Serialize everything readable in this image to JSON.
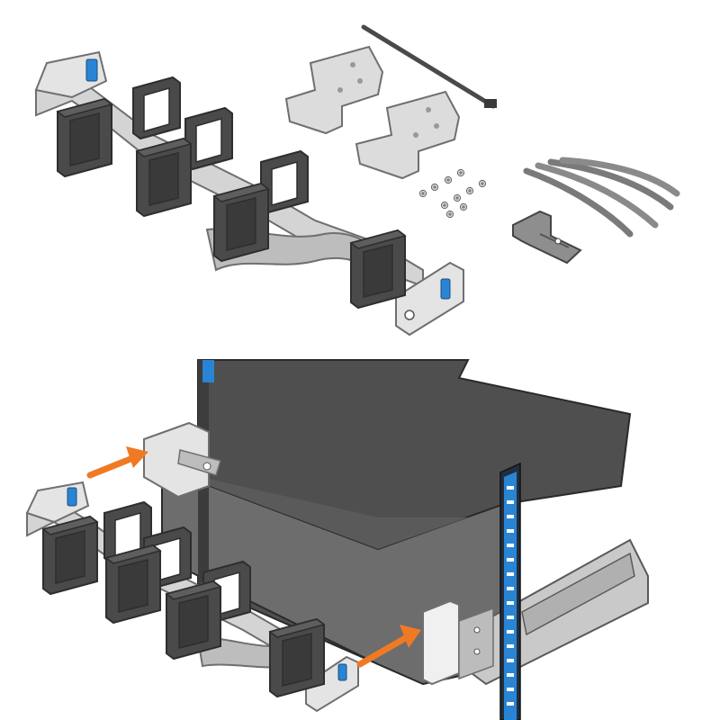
{
  "palette": {
    "clip_dark": "#4a4a4a",
    "clip_mid": "#5e5e5e",
    "clip_edge": "#2e2e2e",
    "arm_light": "#d4d4d4",
    "arm_mid": "#aaaaaa",
    "plate": "#dcdcdc",
    "plate_edge": "#6f6f6f",
    "server_top": "#4f4f4f",
    "server_front": "#6d6d6d",
    "server_side": "#3c3c3c",
    "rack_rail": "#c9c9c9",
    "accent_blue": "#2a84d4",
    "arrow_orange": "#f07a24"
  },
  "illustrations": [
    {
      "name": "cable-management-arm-kit-contents",
      "clips": 7
    },
    {
      "name": "cable-management-arm-installation",
      "clips": 7
    }
  ]
}
